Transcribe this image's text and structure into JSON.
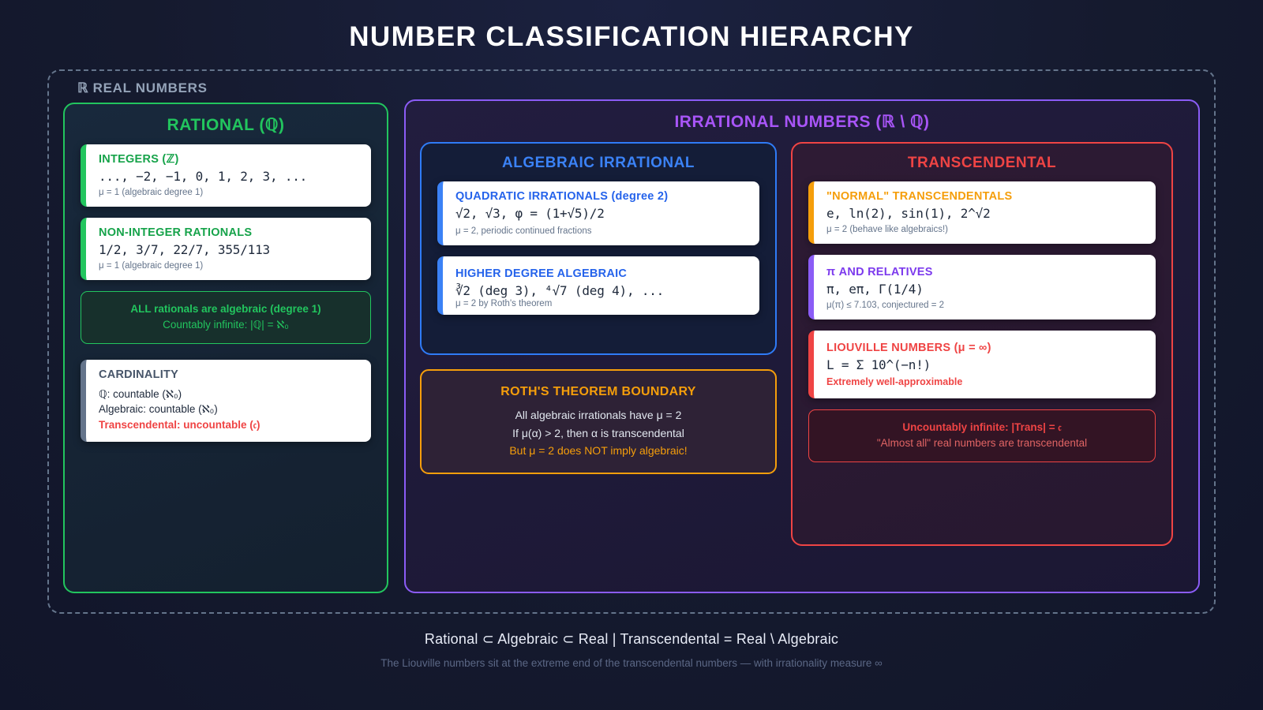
{
  "title": "NUMBER CLASSIFICATION HIERARCHY",
  "real_container": {
    "label": "ℝ REAL NUMBERS"
  },
  "rational": {
    "title": "RATIONAL (ℚ)",
    "cards": [
      {
        "title": "INTEGERS (ℤ)",
        "expr": "..., −2, −1, 0, 1, 2, 3, ...",
        "note": "μ = 1 (algebraic degree 1)"
      },
      {
        "title": "NON-INTEGER RATIONALS",
        "expr": "1/2, 3/7, 22/7, 355/113",
        "note": "μ = 1 (algebraic degree 1)"
      }
    ],
    "note_box": {
      "line1": "ALL rationals are algebraic (degree 1)",
      "line2": "Countably infinite: |ℚ| = ℵ₀"
    },
    "cardinality": {
      "title": "CARDINALITY",
      "lines": [
        "ℚ: countable (ℵ₀)",
        "Algebraic: countable (ℵ₀)",
        "Transcendental: uncountable (𝔠)"
      ]
    }
  },
  "irrational": {
    "title": "IRRATIONAL NUMBERS (ℝ \\ ℚ)",
    "algebraic": {
      "title": "ALGEBRAIC IRRATIONAL",
      "cards": [
        {
          "title": "QUADRATIC IRRATIONALS (degree 2)",
          "expr": "√2, √3, φ = (1+√5)/2",
          "note": "μ = 2, periodic continued fractions"
        },
        {
          "title": "HIGHER DEGREE ALGEBRAIC",
          "expr": "∛2 (deg 3), ⁴√7 (deg 4), ...",
          "note": "μ = 2 by Roth's theorem"
        }
      ]
    },
    "roth": {
      "heading": "ROTH'S THEOREM BOUNDARY",
      "line1": "All algebraic irrationals have μ = 2",
      "line2": "If μ(α) > 2, then α is transcendental",
      "line3": "But μ = 2 does NOT imply algebraic!"
    },
    "transcendental": {
      "title": "TRANSCENDENTAL",
      "cards": [
        {
          "title": "\"NORMAL\" TRANSCENDENTALS",
          "expr": "e, ln(2), sin(1), 2^√2",
          "note": "μ = 2 (behave like algebraics!)"
        },
        {
          "title": "π AND RELATIVES",
          "expr": "π, eπ, Γ(1/4)",
          "note": "μ(π) ≤ 7.103, conjectured = 2"
        },
        {
          "title": "LIOUVILLE NUMBERS (μ = ∞)",
          "expr": "L = Σ 10^(−n!)",
          "note": "Extremely well-approximable"
        }
      ],
      "note_box": {
        "line1": "Uncountably infinite: |Trans| = 𝔠",
        "line2": "\"Almost all\" real numbers are transcendental"
      }
    }
  },
  "footer": {
    "main": "Rational ⊂ Algebraic ⊂ Real | Transcendental = Real \\ Algebraic",
    "sub": "The Liouville numbers sit at the extreme end of the transcendental numbers — with irrationality measure ∞"
  },
  "colors": {
    "background": "#151a2e",
    "rational": "#22c55e",
    "irrational": "#8b5cf6",
    "algebraic": "#3b82f6",
    "transcendental": "#ef4444",
    "roth": "#f59e0b",
    "slate": "#64748b"
  }
}
